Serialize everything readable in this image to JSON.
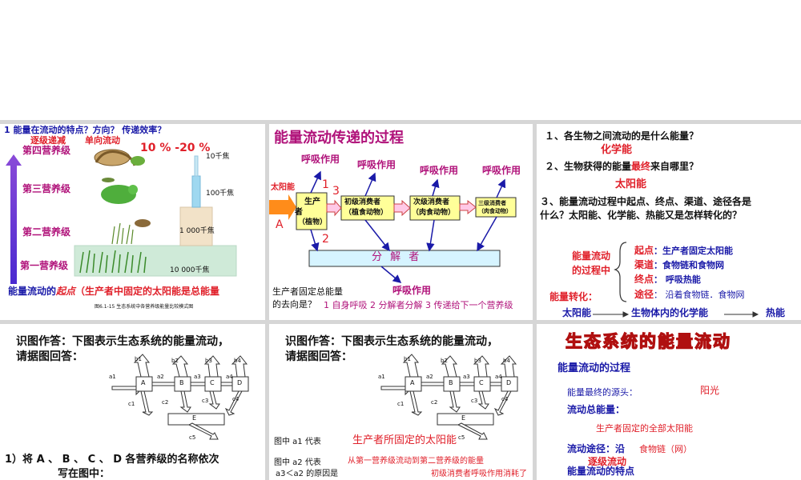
{
  "s1": {
    "question": "1 能量在流动的特点？方向？ 传递效率？",
    "trait_decrease": "逐级递减",
    "trait_one_way": "单向流动",
    "efficiency": "10 % -20 %",
    "levels": [
      "第四营养级",
      "第三营养级",
      "第二营养级",
      "第一营养级"
    ],
    "energies": [
      "10千焦",
      "100千焦",
      "1 000千焦",
      "10 000千焦"
    ],
    "start_prefix": "能量流动的",
    "start_word": "起点",
    "start_suffix": "（生产者中固定的太阳能是总能量",
    "caption": "图6.1-15  生态系统中各营养级能量比较模式图"
  },
  "s2": {
    "title": "能量流动传递的过程",
    "sun": "太阳能",
    "respiration": "呼吸作用",
    "producer_a": "生产",
    "producer_b": "者",
    "producer_c": "（植物）",
    "consumer1_a": "初级消费者",
    "consumer1_b": "（植食动物）",
    "consumer2_a": "次级消费者",
    "consumer2_b": "（肉食动物）",
    "consumer3_a": "三级消费者",
    "consumer3_b": "（肉食动物）",
    "decomposer": "分  解  者",
    "num1": "1",
    "num2": "2",
    "num3": "3",
    "letter_a": "A",
    "q_line1": "生产者固定总能量",
    "q_line2": "的去向是？",
    "answer": "1 自身呼吸   2 分解者分解 3 传递给下一个营养级"
  },
  "s3": {
    "q1": "１、各生物之间流动的是什么能量？",
    "a1": "化学能",
    "q2_pre": "２、生物获得的能量",
    "q2_hi": "最终",
    "q2_post": "来自哪里？",
    "a2": "太阳能",
    "q3_line1": "３、能量流动过程中起点、终点、渠道、途径各是",
    "q3_line2": "什么？太阳能、化学能、热能又是怎样转化的？",
    "process_l1": "能量流动",
    "process_l2": "的过程中",
    "start_k": "起点",
    "start_v": "：生产者固定太阳能",
    "channel_k": "渠道",
    "channel_v": "：食物链和食物网",
    "end_k": "终点",
    "end_v": "：  呼吸热能",
    "route_k": "途径",
    "route_v": "：  沿着食物链．食物网",
    "conv_label": "能量转化：",
    "conv1": "太阳能",
    "conv2": "生物体内的化学能",
    "conv3": "热能"
  },
  "s4": {
    "prompt_l1": "识图作答：下图表示生态系统的能量流动，",
    "prompt_l2": "请据图回答：",
    "nodes": [
      "A",
      "B",
      "C",
      "D",
      "E"
    ],
    "labels": [
      "a1",
      "a2",
      "a3",
      "a4",
      "b1",
      "b2",
      "b3",
      "b4",
      "c1",
      "c2",
      "c3",
      "c4",
      "c5"
    ],
    "question_l1": "1）将 A 、 B 、 C 、 D 各营养级的名称依次",
    "question_l2": "写在图中："
  },
  "s5": {
    "prompt_l1": "识图作答：下图表示生态系统的能量流动，",
    "prompt_l2": "请据图回答：",
    "nodes": [
      "A",
      "B",
      "C",
      "D",
      "E"
    ],
    "labels": [
      "a1",
      "a2",
      "a3",
      "a4",
      "b1",
      "b2",
      "b3",
      "b4",
      "c1",
      "c2",
      "c3",
      "c4",
      "c5"
    ],
    "a1_q": "图中 a1 代表",
    "a1_ans": "生产者所固定的太阳能",
    "a2_q": "图中 a2 代表",
    "a2_ans": "从第一营养级流动到第二营养级的能量",
    "a3_q": "a3＜a2 的原因是",
    "a3_ans": "初级消费者呼吸作用消耗了"
  },
  "s6": {
    "title": "生态系统的能量流动",
    "subtitle": "能量流动的过程",
    "source_k": "能量最终的源头：",
    "source_v": "阳光",
    "total_k": "流动总能量：",
    "total_v": "生产者固定的全部太阳能",
    "route_k": "流动途径：沿",
    "route_v": "食物链（网）",
    "trait_overlap": "逐级流动",
    "trait_k": "能量流动的特点"
  },
  "colors": {
    "title_magenta": "#b0127a",
    "answer_red": "#e0202a",
    "text_blue": "#1a1aa8",
    "producer_box": "#ffff99",
    "decomposer_box": "#d6f4ff",
    "sun_arrow": "#ff8c1a"
  }
}
